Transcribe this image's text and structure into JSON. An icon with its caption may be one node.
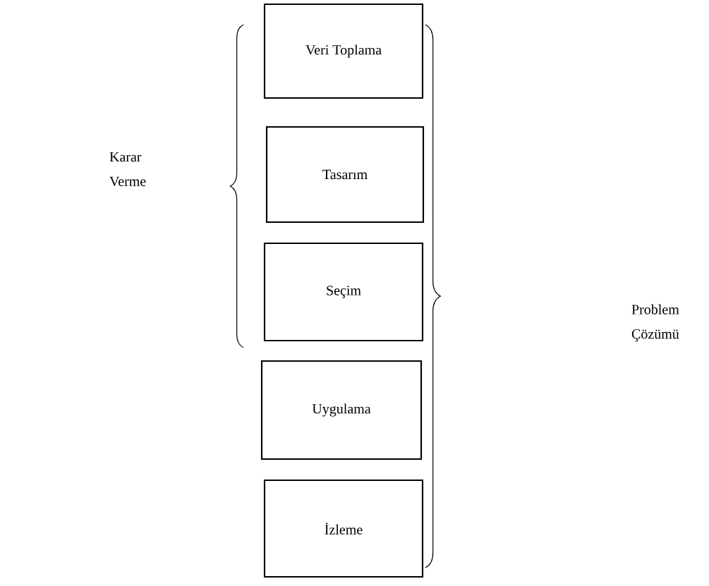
{
  "diagram": {
    "nodes": [
      {
        "text": [
          "Veri Toplama"
        ]
      },
      {
        "text": [
          "Tasarım"
        ]
      },
      {
        "text": [
          "Seçim"
        ]
      },
      {
        "text": [
          "Uygulama"
        ]
      },
      {
        "text": [
          "İzleme"
        ]
      }
    ],
    "labels": [
      "Karar Verme",
      "Problem Çözümü"
    ]
  }
}
